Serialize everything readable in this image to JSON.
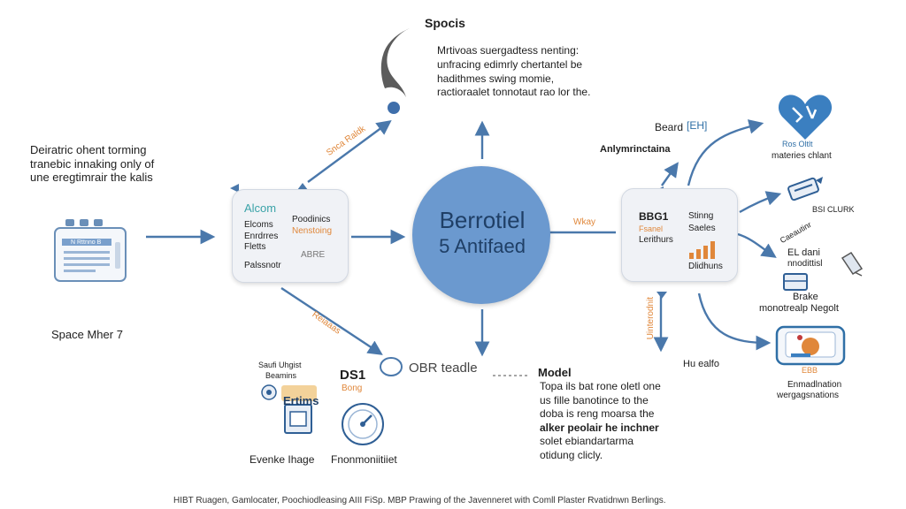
{
  "colors": {
    "arrow": "#4a78ab",
    "circle": "#6b99cf",
    "accent_orange": "#e0873a",
    "icon_blue": "#3b7fc0",
    "box_bg": "#f0f2f6"
  },
  "top": {
    "title": "Spocis",
    "desc_lines": [
      "Mrtivoas suergadtess nenting:",
      "unfracing edimrly chertantel be",
      "hadithmes swing momie,",
      "ractioraalet tonnotaut rao lor the."
    ],
    "icon": "figure-icon"
  },
  "left_text": {
    "lines": [
      "Deiratric ohent torming",
      "tranebic innaking only of",
      "une eregtimrair the kalis"
    ]
  },
  "device": {
    "label": "Space Mher 7",
    "screen_title": "N Rttnno B",
    "icon": "monitor-icon"
  },
  "left_box": {
    "title": "Alcom",
    "col1": [
      "Elcoms",
      "Enrdrres",
      "Fletts",
      "Palssnotr"
    ],
    "col2": [
      "Poodinics",
      "Nenstoing",
      "ABRE"
    ]
  },
  "center": {
    "line1": "Berrotiel",
    "line2": "5 Antifaed"
  },
  "arrow_labels": {
    "upper_left": "Snca Raldk",
    "lower_left": "Reiaaas",
    "right": "Wkay",
    "right_vertical": "Uinterodnit"
  },
  "right_box": {
    "top_label": "Beard",
    "top_label2": "[EH]",
    "header": "Anlymrinctaina",
    "col1": [
      "BBG1",
      "Fsanel",
      "Lerithurs"
    ],
    "col2": [
      "Stinng",
      "Saeles",
      "Dlidhuns"
    ]
  },
  "right_icons": [
    {
      "icon": "heart-icon",
      "label_a": "Ros Oltlt",
      "label_b": "materies chlant"
    },
    {
      "icon": "pen-icon",
      "label_a": "BSI CLURK",
      "label_b": "Caeautinr"
    },
    {
      "icon": "phone-icon",
      "label_a": "EL dani",
      "label_b": "nnodittisl"
    },
    {
      "icon": "book-icon",
      "label_a": "Brake",
      "label_b": "monotrealp Negolt"
    },
    {
      "icon": "board-icon",
      "label_a": "Enmadlnation",
      "label_b": "wergagsnations"
    }
  ],
  "hu_label": "Hu ealfo",
  "bottom": {
    "search_label": "OBR teadle",
    "ds_title": "DS1",
    "ds_sub": "Bong",
    "stack_labels": [
      "Saufi Uhgist",
      "Beamins"
    ],
    "stack_title": "Ertims",
    "event_label": "Evenke Ihage",
    "frame_label": "Fnonmoniitiiet"
  },
  "model": {
    "title": "Model",
    "lines": [
      "Topa ils bat rone oletl one",
      "us fille banotince to the",
      "doba is reng moarsa the",
      "alker peolair he inchner",
      "solet ebiandartarma",
      "otidung clicly."
    ]
  },
  "footer": {
    "text": "HIBT Ruagen, Gamlocater, Poochiodleasing AIII FiSp. MBP Prawing of the Javenneret with Comll Plaster Rvatidnwn Berlings."
  }
}
